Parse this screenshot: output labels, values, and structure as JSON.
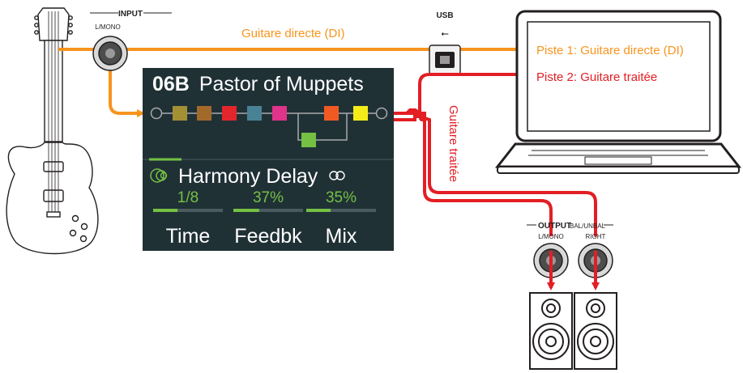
{
  "labels": {
    "input": "INPUT",
    "input_sub": "L/MONO",
    "usb": "USB",
    "output": "OUTPUT",
    "output_sub": "BAL/UNBAL",
    "output_left": "L/MONO",
    "output_right": "RIGHT",
    "di_signal": "Guitare directe (DI)",
    "processed_signal": "Guitare traitée"
  },
  "computer": {
    "track1": "Piste 1: Guitare directe (DI)",
    "track2": "Piste 2: Guitare traitée"
  },
  "device_screen": {
    "preset_number": "06B",
    "preset_name": "Pastor of Muppets",
    "block_colors": [
      "#a39035",
      "#a16a2a",
      "#e3262c",
      "#4a8295",
      "#e0338a",
      "#f05a22",
      "#f4ec19"
    ],
    "parallel_block_color": "#74c044",
    "selected_block": "Harmony Delay",
    "params": [
      {
        "name": "Time",
        "value": "1/8",
        "level": 0.35
      },
      {
        "name": "Feedbk",
        "value": "37%",
        "level": 0.37
      },
      {
        "name": "Mix",
        "value": "35%",
        "level": 0.35
      }
    ]
  },
  "colors": {
    "di_path": "#f7941d",
    "processed_path": "#e31e24",
    "screen_bg": "#203136",
    "value_green": "#74c044"
  }
}
